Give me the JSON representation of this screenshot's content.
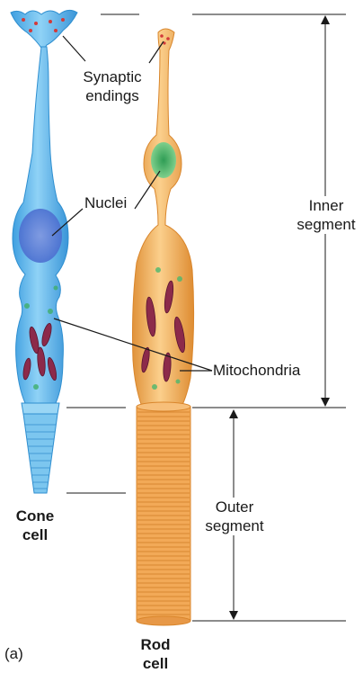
{
  "figure_label": "(a)",
  "cone_cell": {
    "line1": "Cone",
    "line2": "cell"
  },
  "rod_cell": {
    "line1": "Rod",
    "line2": "cell"
  },
  "labels": {
    "synaptic": {
      "line1": "Synaptic",
      "line2": "endings"
    },
    "nuclei": "Nuclei",
    "mitochondria": "Mitochondria",
    "inner_segment": {
      "line1": "Inner",
      "line2": "segment"
    },
    "outer_segment": {
      "line1": "Outer",
      "line2": "segment"
    }
  },
  "colors": {
    "cone_fill": "#6cc0ee",
    "cone_edge": "#2f8fd0",
    "rod_fill": "#f3b260",
    "rod_edge": "#d9862c",
    "nucleus_cone": "#5f7fd6",
    "nucleus_rod": "#44b36a",
    "mitochondria": "#8c2a4a",
    "leader_lines": "#1a1a1a"
  }
}
